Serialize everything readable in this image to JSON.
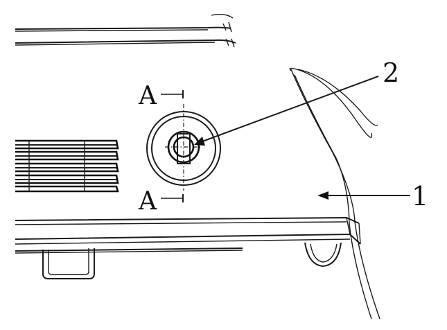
{
  "labels": {
    "section_top": "A",
    "section_bottom": "A",
    "callout_1": "1",
    "callout_2": "2"
  },
  "colors": {
    "ink": "#111111",
    "background": "#ffffff"
  }
}
